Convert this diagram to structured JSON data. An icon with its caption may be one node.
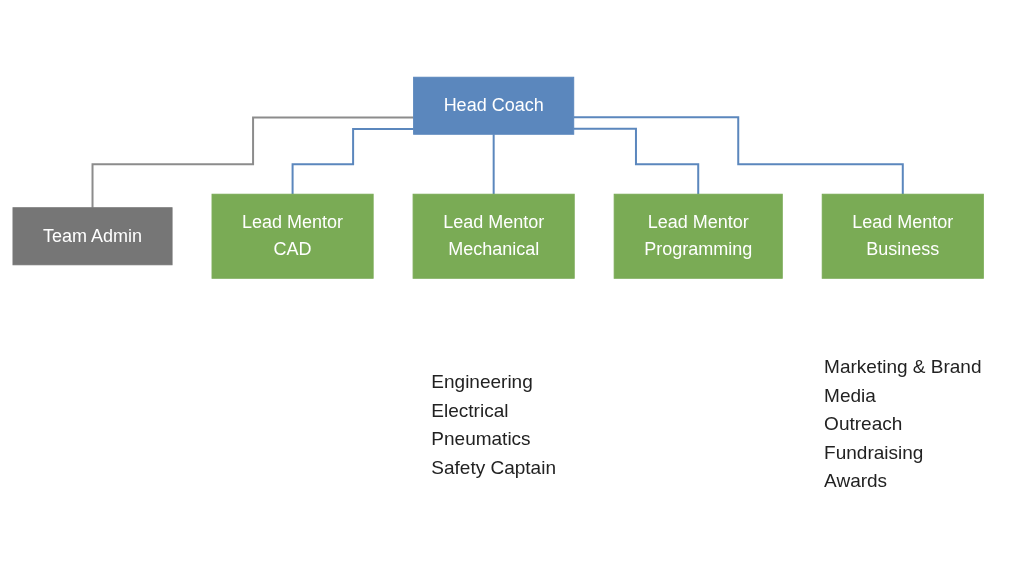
{
  "diagram": {
    "nodes": [
      {
        "text": [
          "Head Coach"
        ]
      },
      {
        "text": [
          "Team Admin"
        ]
      },
      {
        "text": [
          "Lead Mentor",
          "CAD"
        ]
      },
      {
        "text": [
          "Lead Mentor",
          "Mechanical"
        ],
        "beside": [
          "Engineering",
          "Electrical",
          "Pneumatics",
          "Safety Captain"
        ]
      },
      {
        "text": [
          "Lead Mentor",
          "Programming"
        ]
      },
      {
        "text": [
          "Lead Mentor",
          "Business"
        ],
        "beside": [
          "Marketing & Brand",
          "Media",
          "Outreach",
          "Fundraising",
          "Awards"
        ]
      }
    ],
    "edges": [
      {
        "from": 0,
        "to": 1,
        "arrow": "none",
        "color": "#8c8c8c"
      },
      {
        "from": 0,
        "to": 2,
        "arrow": "none"
      },
      {
        "from": 0,
        "to": 3,
        "arrow": "none"
      },
      {
        "from": 0,
        "to": 4,
        "arrow": "none"
      },
      {
        "from": 0,
        "to": 5,
        "arrow": "none"
      }
    ]
  }
}
